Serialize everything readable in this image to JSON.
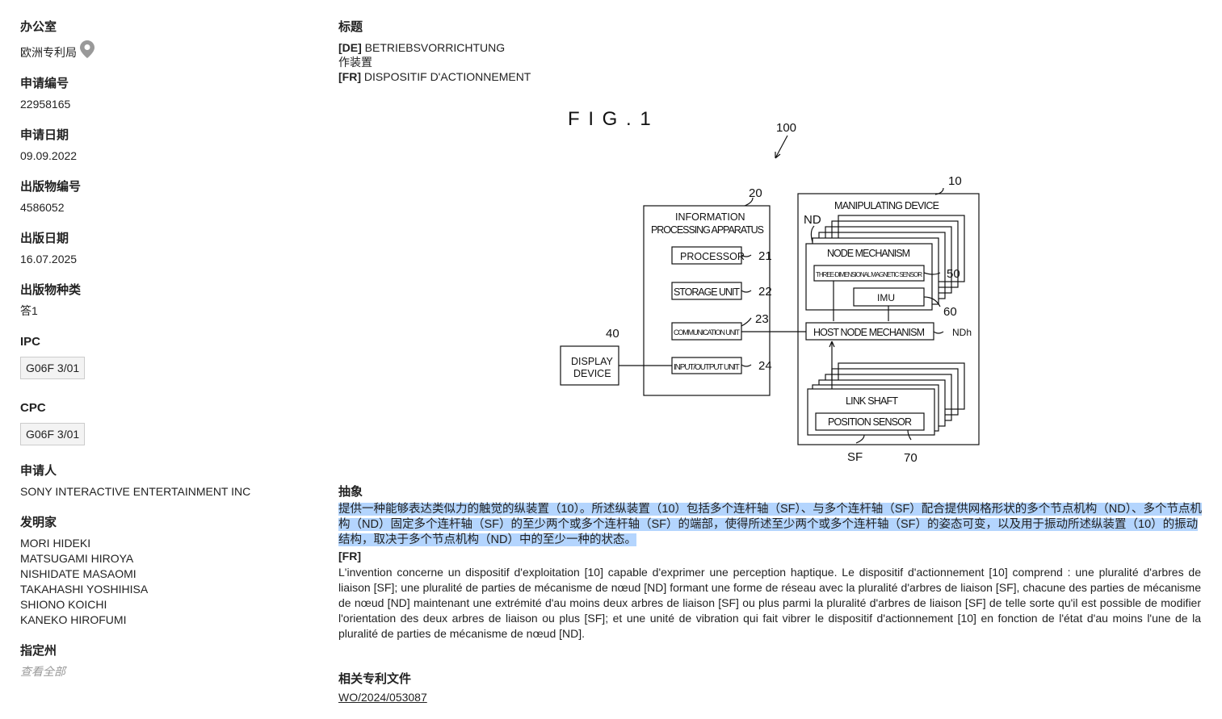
{
  "office": {
    "label": "办公室",
    "value": "欧洲专利局",
    "icon": "map-pin-icon"
  },
  "application_number": {
    "label": "申请编号",
    "value": "22958165"
  },
  "application_date": {
    "label": "申请日期",
    "value": "09.09.2022"
  },
  "publication_number": {
    "label": "出版物编号",
    "value": "4586052"
  },
  "publication_date": {
    "label": "出版日期",
    "value": "16.07.2025"
  },
  "publication_kind": {
    "label": "出版物种类",
    "value": "答1"
  },
  "ipc": {
    "label": "IPC",
    "value": "G06F 3/01"
  },
  "cpc": {
    "label": "CPC",
    "value": "G06F 3/01"
  },
  "applicant": {
    "label": "申请人",
    "value": "SONY INTERACTIVE ENTERTAINMENT INC"
  },
  "inventors": {
    "label": "发明家",
    "items": [
      "MORI HIDEKI",
      "MATSUGAMI HIROYA",
      "NISHIDATE MASAOMI",
      "TAKAHASHI YOSHIHISA",
      "SHIONO KOICHI",
      "KANEKO HIROFUMI"
    ]
  },
  "designated_states": {
    "label": "指定州",
    "link": "查看全部"
  },
  "title": {
    "label": "标题",
    "de_tag": "[DE]",
    "de": "BETRIEBSVORRICHTUNG",
    "zh": "作装置",
    "fr_tag": "[FR]",
    "fr": "DISPOSITIF D'ACTIONNEMENT"
  },
  "figure": {
    "fig_label": "F I G . 1",
    "ref_100": "100",
    "ref_10": "10",
    "ref_20": "20",
    "ref_21": "21",
    "ref_22": "22",
    "ref_23": "23",
    "ref_24": "24",
    "ref_40": "40",
    "ref_50": "50",
    "ref_60": "60",
    "ref_70": "70",
    "ref_nd": "ND",
    "ref_ndh": "NDh",
    "ref_sf": "SF",
    "manipulating_device": "MANIPULATING DEVICE",
    "info_line1": "INFORMATION",
    "info_line2": "PROCESSING APPARATUS",
    "processor": "PROCESSOR",
    "storage": "STORAGE UNIT",
    "comm": "COMMUNICATION UNIT",
    "io": "INPUT/OUTPUT UNIT",
    "display1": "DISPLAY",
    "display2": "DEVICE",
    "node_mech": "NODE MECHANISM",
    "mag_sensor": "THREE-DIMENSIONAL MAGNETIC SENSOR",
    "imu": "IMU",
    "host_node": "HOST NODE MECHANISM",
    "link_shaft": "LINK SHAFT",
    "pos_sensor": "POSITION SENSOR"
  },
  "abstract": {
    "label": "抽象",
    "zh": "提供一种能够表达类似力的触觉的纵装置（10）。所述纵装置（10）包括多个连杆轴（SF）、与多个连杆轴（SF）配合提供网格形状的多个节点机构（ND）、多个节点机构（ND）固定多个连杆轴（SF）的至少两个或多个连杆轴（SF）的端部，使得所述至少两个或多个连杆轴（SF）的姿态可变，以及用于振动所述纵装置（10）的振动结构，取决于多个节点机构（ND）中的至少一种的状态。",
    "fr_tag": "[FR]",
    "fr": "L'invention concerne un dispositif d'exploitation [10] capable d'exprimer une perception haptique. Le dispositif d'actionnement [10] comprend : une pluralité d'arbres de liaison [SF]; une pluralité de parties de mécanisme de nœud [ND] formant une forme de réseau avec la pluralité d'arbres de liaison [SF], chacune des parties de mécanisme de nœud [ND] maintenant une extrémité d'au moins deux arbres de liaison [SF] ou plus parmi la pluralité d'arbres de liaison [SF] de telle sorte qu'il est possible de modifier l'orientation des deux arbres de liaison ou plus [SF]; et une unité de vibration qui fait vibrer le dispositif d'actionnement [10] en fonction de l'état d'au moins l'une de la pluralité de parties de mécanisme de nœud [ND]."
  },
  "related": {
    "label": "相关专利文件",
    "link": "WO/2024/053087"
  },
  "colors": {
    "highlight": "#b4d5fe",
    "muted": "#999999",
    "chip_bg": "#f3f3f3"
  }
}
